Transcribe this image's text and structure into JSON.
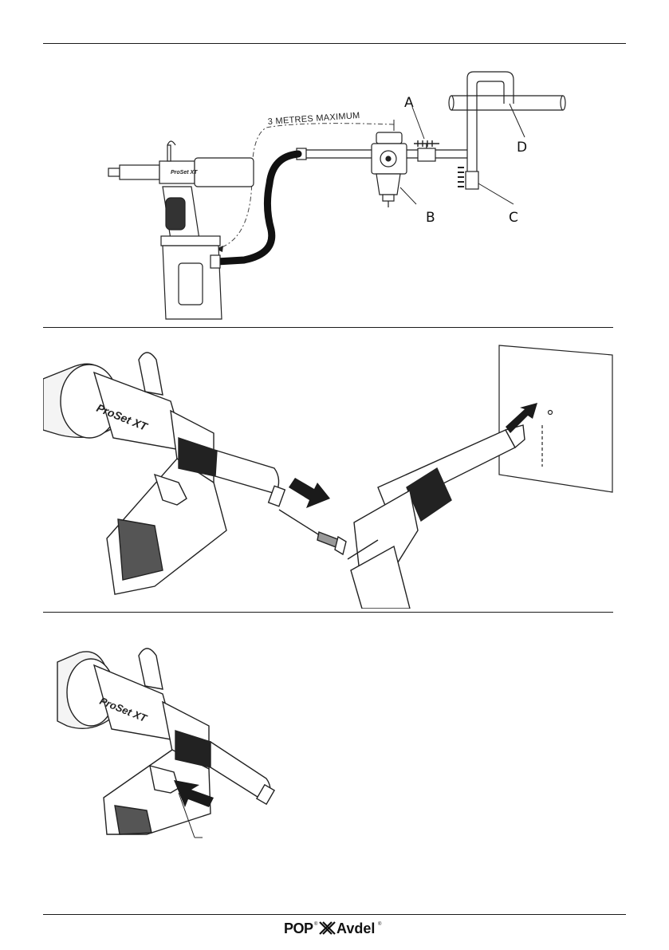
{
  "figure1": {
    "distance_label": "3 METRES MAXIMUM",
    "callouts": [
      "A",
      "B",
      "C",
      "D"
    ]
  },
  "tool_brand_mark": "ProSet XT",
  "footer": {
    "logo_text_pop": "POP",
    "logo_text_avdel": "Avdel",
    "registered_mark": "®"
  }
}
